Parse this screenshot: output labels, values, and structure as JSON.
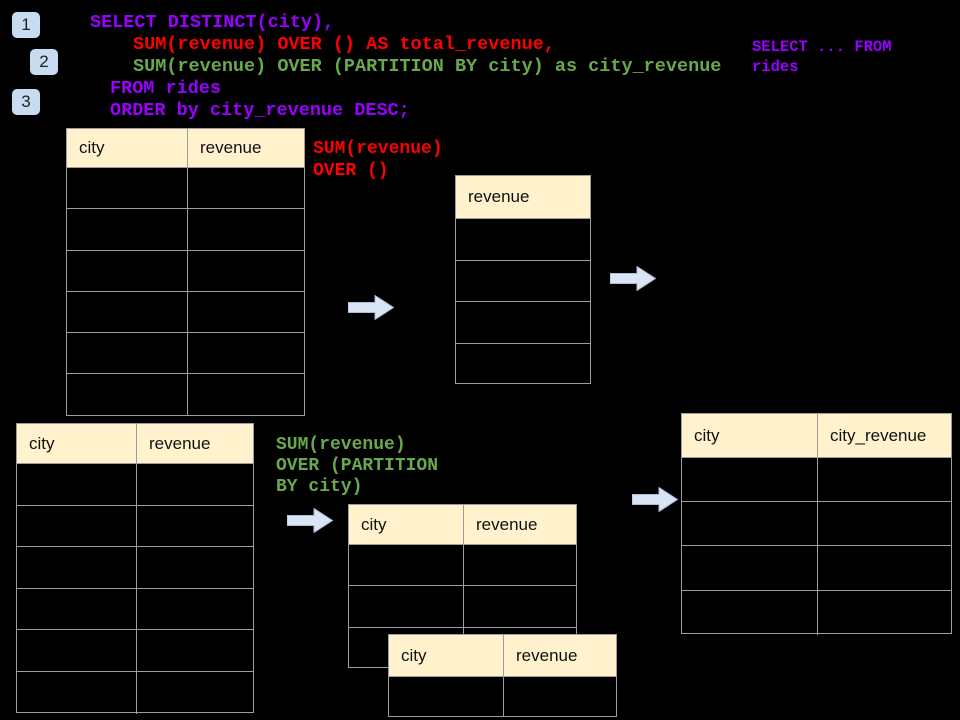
{
  "slide": {
    "background": "#000000"
  },
  "badges": [
    {
      "label": "1"
    },
    {
      "label": "2"
    },
    {
      "label": "3"
    }
  ],
  "sql_code": {
    "lines": [
      {
        "text": "SELECT DISTINCT(city),",
        "color": "#9900FF"
      },
      {
        "text": "SUM(revenue) OVER () AS total_revenue,",
        "color": "#FF0000"
      },
      {
        "text": "SUM(revenue) OVER (PARTITION BY city) as city_revenue",
        "color": "#6AA84F"
      },
      {
        "text": "FROM rides",
        "color": "#9900FF"
      },
      {
        "text": "ORDER by city_revenue DESC;",
        "color": "#9900FF"
      }
    ]
  },
  "side_note": {
    "line1": "SELECT ... FROM",
    "line2": "rides",
    "color": "#9900FF"
  },
  "annotations": {
    "total_revenue": {
      "line1": "SUM(revenue)",
      "line2": "OVER ()",
      "color": "#FF0000"
    },
    "partition": {
      "line1": "SUM(revenue)",
      "line2": "OVER (PARTITION",
      "line3": "BY city)",
      "color": "#6AA84F"
    }
  },
  "tables": {
    "source_top": {
      "headers": [
        "city",
        "revenue"
      ],
      "empty_rows": 6
    },
    "total_revenue": {
      "headers": [
        "revenue"
      ],
      "empty_rows": 4
    },
    "source_bottom": {
      "headers": [
        "city",
        "revenue"
      ],
      "empty_rows": 6
    },
    "partition_front": {
      "headers": [
        "city",
        "revenue"
      ],
      "empty_rows": 3
    },
    "partition_back": {
      "headers": [
        "city",
        "revenue"
      ],
      "empty_rows": 1
    },
    "city_revenue": {
      "headers": [
        "city",
        "city_revenue"
      ],
      "empty_rows": 4
    }
  },
  "icons": {
    "arrow": "arrow-right-icon"
  },
  "colors": {
    "header_fill": "#FFF2CC",
    "table_border": "#9E9E9E",
    "arrow_fill": "#D9E4F4",
    "arrow_edge": "#A9BCD8",
    "badge_fill": "#C7DBF1",
    "code_purple": "#9900FF",
    "code_red": "#FF0000",
    "code_green": "#6AA84F"
  }
}
